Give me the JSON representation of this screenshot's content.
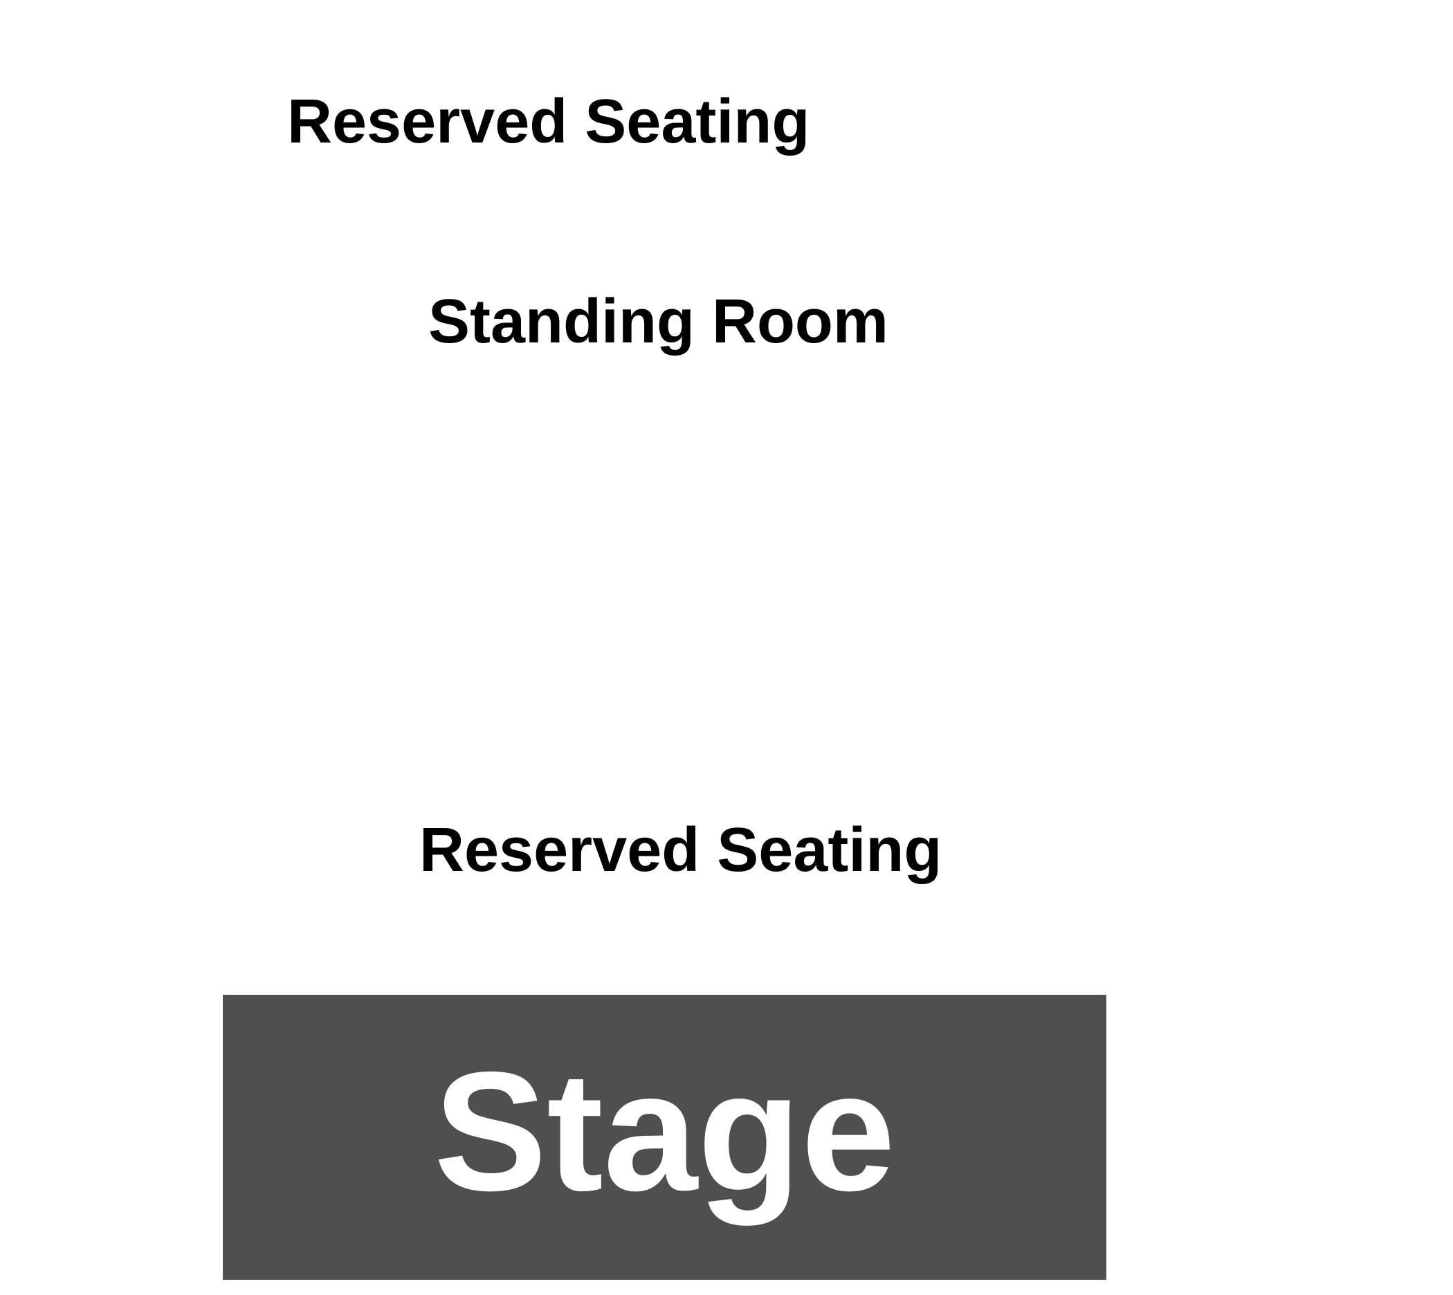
{
  "sections": {
    "reserved_top": {
      "label": "Reserved Seating"
    },
    "standing": {
      "label": "Standing Room"
    },
    "reserved_bottom": {
      "label": "Reserved Seating"
    }
  },
  "stage": {
    "label": "Stage",
    "fill_color": "#4f4f4f",
    "text_color": "#ffffff"
  },
  "colors": {
    "background": "#ffffff",
    "label_text": "#000000"
  }
}
